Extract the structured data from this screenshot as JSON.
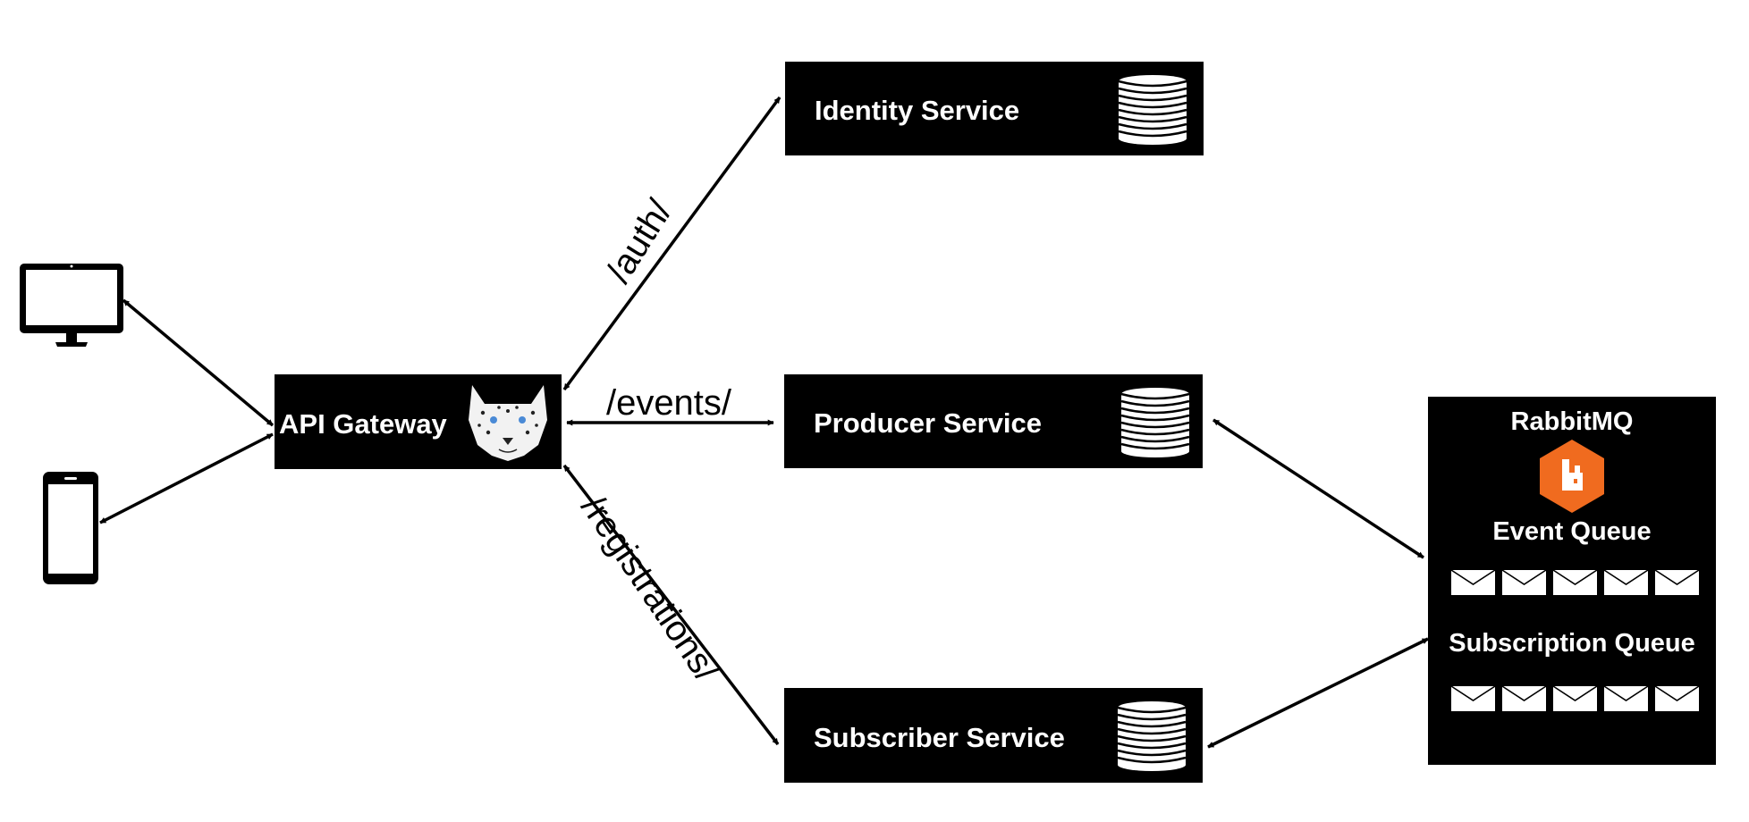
{
  "gateway": {
    "label": "API Gateway",
    "icon": "leopard-icon"
  },
  "services": [
    {
      "label": "Identity Service",
      "icon": "database-icon"
    },
    {
      "label": "Producer Service",
      "icon": "database-icon"
    },
    {
      "label": "Subscriber Service",
      "icon": "database-icon"
    }
  ],
  "routes": {
    "auth": "/auth/",
    "events": "/events/",
    "registrations": "/registrations/"
  },
  "broker": {
    "title": "RabbitMQ",
    "logo": "rabbitmq-logo",
    "logo_color": "#F06B1F",
    "queues": [
      {
        "label": "Event Queue",
        "message_count": 5
      },
      {
        "label": "Subscription Queue",
        "message_count": 5
      }
    ]
  },
  "clients": [
    {
      "icon": "desktop-monitor-icon"
    },
    {
      "icon": "mobile-phone-icon"
    }
  ],
  "colors": {
    "box_fill": "#000000",
    "box_text": "#ffffff",
    "connector": "#000000",
    "background": "#ffffff"
  }
}
